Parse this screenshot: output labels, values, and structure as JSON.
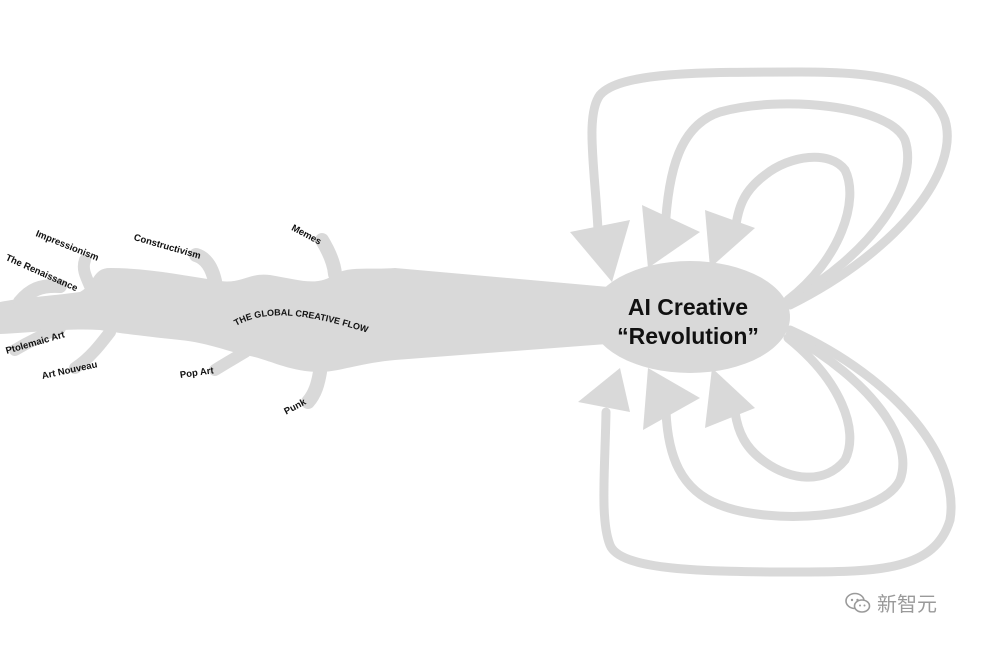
{
  "colors": {
    "flow": "#d9d9d9",
    "background": "#ffffff",
    "text": "#111111",
    "watermark": "#9a9a9a"
  },
  "diagram": {
    "hub": {
      "line1": "AI Creative",
      "line2": "“Revolution”"
    },
    "trunk_label": "THE GLOBAL CREATIVE FLOW",
    "branches": {
      "impressionism": "Impressionism",
      "renaissance": "The Renaissance",
      "ptolemaic": "Ptolemaic Art",
      "art_nouveau": "Art Nouveau",
      "constructivism": "Constructivism",
      "pop_art": "Pop Art",
      "memes": "Memes",
      "punk": "Punk"
    }
  },
  "watermark": {
    "icon": "wechat-icon",
    "text": "新智元"
  }
}
